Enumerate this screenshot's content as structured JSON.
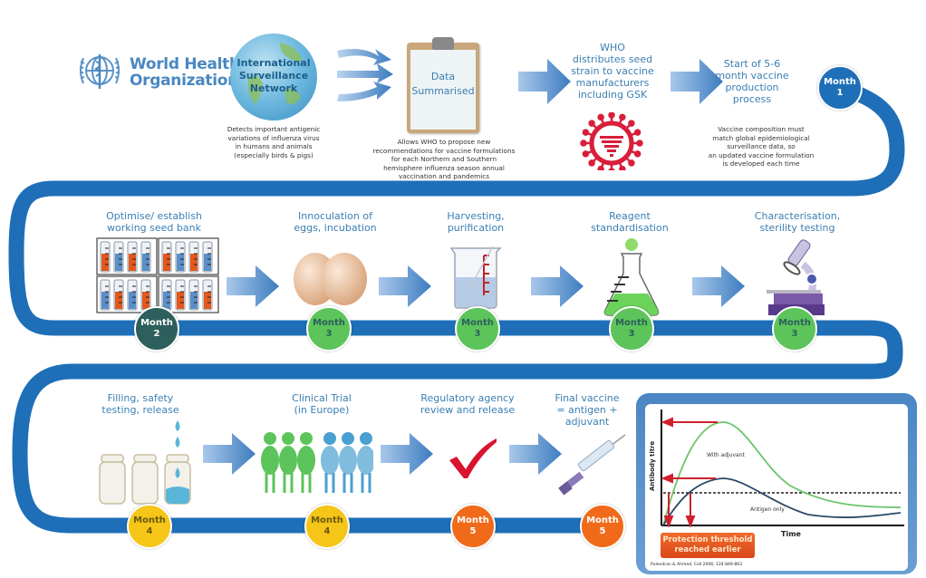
{
  "organization": {
    "name_line1": "World Health",
    "name_line2": "Organization",
    "logo_icon": "who-emblem-icon"
  },
  "top_row": {
    "surveillance": {
      "globe_title_line1": "International",
      "globe_title_line2": "Surveillance",
      "globe_title_line3": "Network",
      "description": [
        "Detects important antigenic",
        "variations of influenza virus",
        "in humans and animals",
        "(especially birds & pigs)"
      ]
    },
    "data_summarised": {
      "title_line1": "Data",
      "title_line2": "Summarised",
      "description": [
        "Allows WHO to propose new",
        "recommendations for vaccine formulations",
        "for each Northern and Southern",
        "hemisphere influenza season annual",
        "vaccination and pandemics"
      ]
    },
    "distribution": {
      "title": [
        "WHO",
        "distributes seed",
        "strain to vaccine",
        "manufacturers",
        "including GSK"
      ],
      "icon": "virus-icon"
    },
    "start": {
      "title": [
        "Start of 5-6",
        "month vaccine",
        "production",
        "process"
      ],
      "description": [
        "Vaccine composition must",
        "match global epidemiological",
        "surveillance data, so",
        "an updated vaccine formulation",
        "is developed each time"
      ],
      "badge": {
        "label": "Month",
        "number": "1",
        "color": "#1e6fb8"
      }
    }
  },
  "middle_row": [
    {
      "title": [
        "Optimise/ establish",
        "working seed bank"
      ],
      "icon": "test-tube-rack-icon",
      "badge": {
        "label": "Month",
        "number": "2",
        "color": "#2d5f5c"
      }
    },
    {
      "title": [
        "Innoculation of",
        "eggs, incubation"
      ],
      "icon": "eggs-icon",
      "badge": {
        "label": "Month",
        "number": "3",
        "color": "#5cc45a"
      }
    },
    {
      "title": [
        "Harvesting,",
        "purification"
      ],
      "icon": "beaker-icon",
      "badge": {
        "label": "Month",
        "number": "3",
        "color": "#5cc45a"
      }
    },
    {
      "title": [
        "Reagent",
        "standardisation"
      ],
      "icon": "flask-icon",
      "badge": {
        "label": "Month",
        "number": "3",
        "color": "#5cc45a"
      }
    },
    {
      "title": [
        "Characterisation,",
        "sterility testing"
      ],
      "icon": "microscope-icon",
      "badge": {
        "label": "Month",
        "number": "3",
        "color": "#5cc45a"
      }
    }
  ],
  "bottom_row": [
    {
      "title": [
        "Filling, safety",
        "testing, release"
      ],
      "icon": "vials-icon",
      "badge": {
        "label": "Month",
        "number": "4",
        "color": "#f5c518"
      }
    },
    {
      "title": [
        "Clinical Trial",
        "(in Europe)"
      ],
      "icon": "people-icon",
      "badge": {
        "label": "Month",
        "number": "4",
        "color": "#f5c518"
      }
    },
    {
      "title": [
        "Regulatory agency",
        "review and release"
      ],
      "icon": "checkmark-icon",
      "badge": {
        "label": "Month",
        "number": "5",
        "color": "#f06a1a"
      }
    },
    {
      "title": [
        "Final vaccine",
        "= antigen +",
        "adjuvant"
      ],
      "icon": "syringe-icon",
      "badge": {
        "label": "Month",
        "number": "5",
        "color": "#f06a1a"
      }
    }
  ],
  "chart": {
    "y_label": "Antibody titre",
    "x_label": "Time",
    "series_adjuvant": "With adjuvant",
    "series_antigen": "Antigen only",
    "callout_line1": "Protection threshold",
    "callout_line2": "reached earlier",
    "citation": "Pulendran & Ahmed, Cell 2006; 124:849-863",
    "colors": {
      "adjuvant": "#6cc56a",
      "antigen": "#2b4a66",
      "arrows": "#d0202e"
    }
  },
  "colors": {
    "track": "#1e6fb8",
    "title_text": "#3a7fb3",
    "arrow": "#3d7cc0"
  }
}
